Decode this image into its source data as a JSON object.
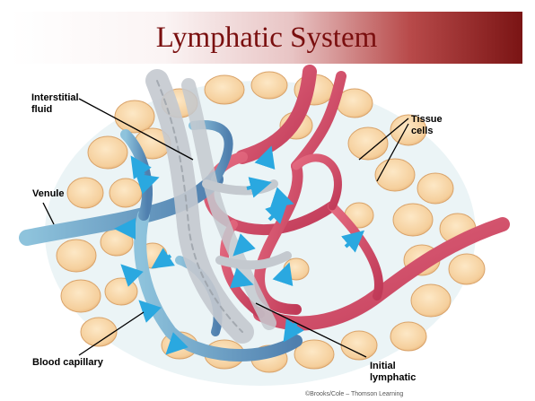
{
  "slide": {
    "title": "Lymphatic System"
  },
  "labels": {
    "interstitial_fluid": "Interstitial\nfluid",
    "tissue_cells": "Tissue\ncells",
    "venule": "Venule",
    "blood_capillary": "Blood capillary",
    "initial_lymphatic": "Initial\nlymphatic"
  },
  "credit": "©Brooks/Cole – Thomson Learning",
  "colors": {
    "title_text": "#7a0f0f",
    "title_gradient_end": "#7a1414",
    "tissue_cell": "#f7d6a8",
    "arterial_vessel": "#d9536b",
    "venous_vessel": "#5b8fb8",
    "lymphatic_vessel": "#c8cdd3",
    "flow_arrow": "#2aa8e0"
  }
}
